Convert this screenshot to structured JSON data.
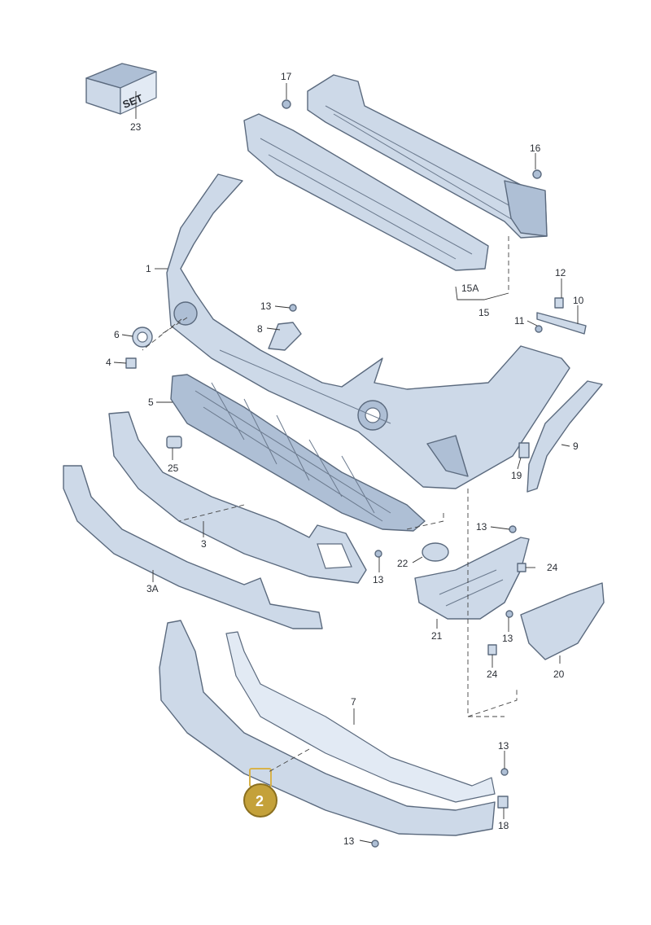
{
  "callouts": {
    "c1": "1",
    "c2": "2",
    "c3": "3",
    "c3a": "3A",
    "c4": "4",
    "c5": "5",
    "c6": "6",
    "c7": "7",
    "c8": "8",
    "c9": "9",
    "c10": "10",
    "c11": "11",
    "c12": "12",
    "c13a": "13",
    "c13b": "13",
    "c13c": "13",
    "c13d": "13",
    "c13e": "13",
    "c13f": "13",
    "c15": "15",
    "c15a": "15A",
    "c16": "16",
    "c17": "17",
    "c18": "18",
    "c19": "19",
    "c20": "20",
    "c21": "21",
    "c22": "22",
    "c23": "23",
    "c24a": "24",
    "c24b": "24",
    "c25": "25"
  },
  "set_box_label": "SET",
  "highlight": {
    "label": "2",
    "badge_color": "#c4a13a"
  },
  "colors": {
    "part_fill": "#cdd9e8",
    "outline": "#5b6a7e",
    "background": "#ffffff"
  }
}
